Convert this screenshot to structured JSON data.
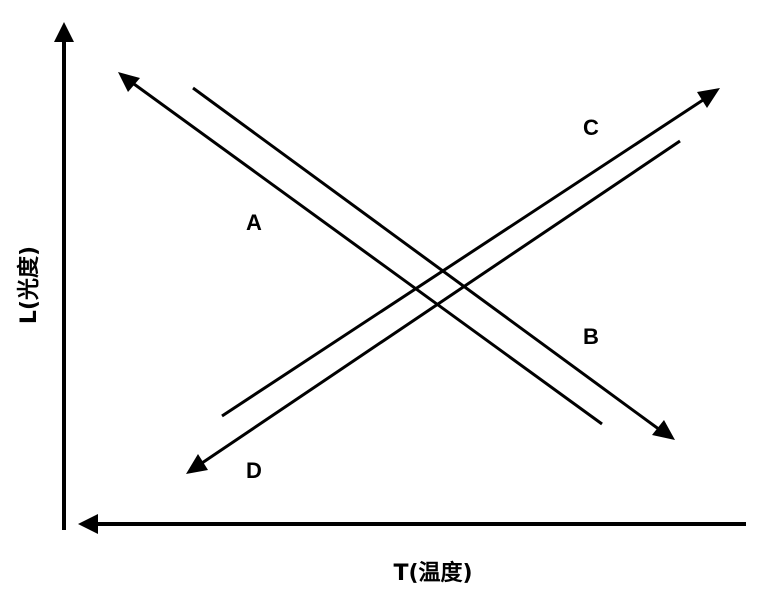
{
  "axes": {
    "y_label": "L(光度)",
    "x_label": "T(温度)"
  },
  "lines": [
    {
      "id": "A",
      "label": "A",
      "arrow_direction": "up-left"
    },
    {
      "id": "B",
      "label": "B",
      "arrow_direction": "down-right"
    },
    {
      "id": "C",
      "label": "C",
      "arrow_direction": "up-right"
    },
    {
      "id": "D",
      "label": "D",
      "arrow_direction": "down-left"
    }
  ],
  "colors": {
    "stroke": "#000000",
    "background": "#ffffff"
  }
}
